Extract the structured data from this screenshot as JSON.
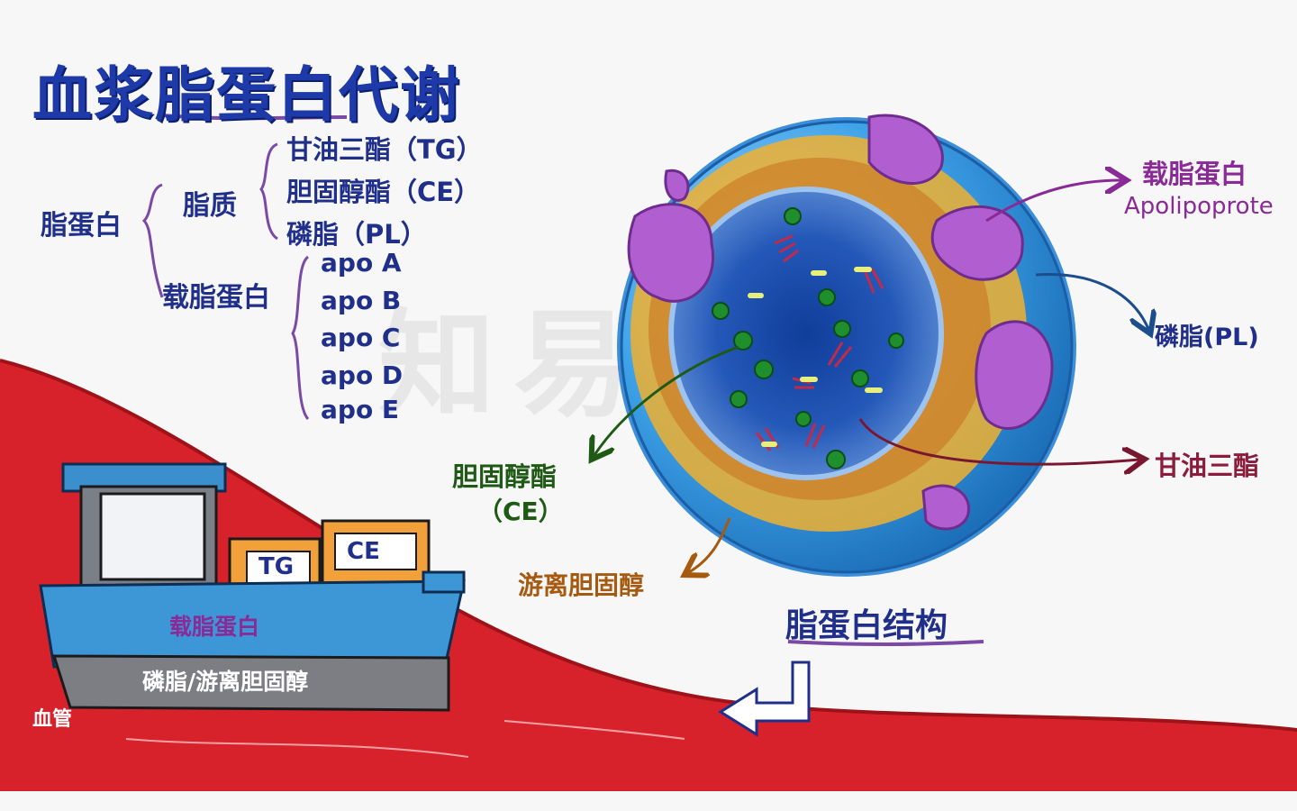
{
  "title": "血浆脂蛋白代谢",
  "watermark": "知易",
  "classification": {
    "root": "脂蛋白",
    "lipid": {
      "label": "脂质",
      "items": [
        "甘油三酯（TG）",
        "胆固醇酯（CE）",
        "磷脂（PL）"
      ]
    },
    "apolipoprotein": {
      "label": "载脂蛋白",
      "items": [
        "apo A",
        "apo B",
        "apo C",
        "apo D",
        "apo E"
      ]
    }
  },
  "structure": {
    "caption": "脂蛋白结构",
    "labels": {
      "apolipoprotein_cn": "载脂蛋白",
      "apolipoprotein_en": "Apolipoprote",
      "phospholipid": "磷脂(PL)",
      "triglyceride": "甘油三酯",
      "cholesteryl_ester": "胆固醇酯",
      "cholesteryl_ester_abbr": "（CE）",
      "free_cholesterol": "游离胆固醇"
    }
  },
  "ship": {
    "cargo_tg": "TG",
    "cargo_ce": "CE",
    "hull_label": "载脂蛋白",
    "band_label": "磷脂/游离胆固醇"
  },
  "vessel_label": "血管",
  "colors": {
    "title": "#1d3aa8",
    "tree_text": "#1f2f8a",
    "blood": "#d8222b",
    "apolipoprotein": "#b15fd0",
    "phospholipid_head": "#3da4e6",
    "core": "#1c4fa8"
  }
}
